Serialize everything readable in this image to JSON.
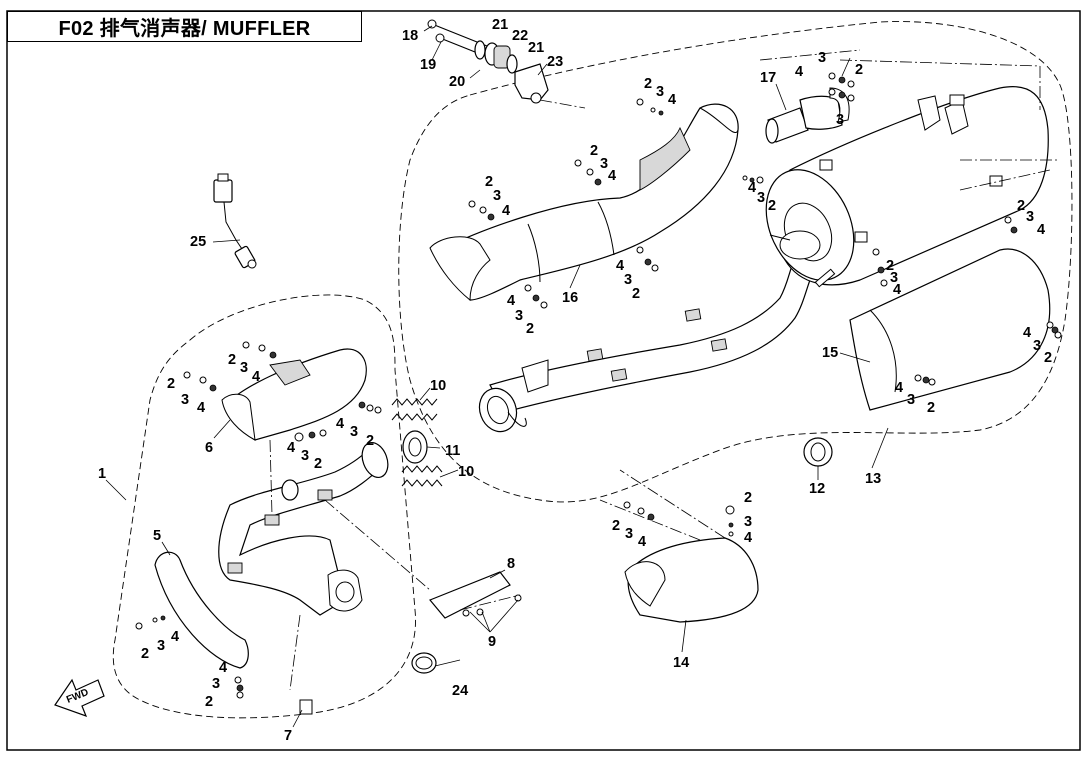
{
  "title": "F02 排气消声器/ MUFFLER",
  "fwd_label": "FWD",
  "callouts": {
    "c1": "1",
    "c2": "2",
    "c3": "3",
    "c4": "4",
    "c5": "5",
    "c6": "6",
    "c7": "7",
    "c8": "8",
    "c9": "9",
    "c10": "10",
    "c11": "11",
    "c12": "12",
    "c13": "13",
    "c14": "14",
    "c15": "15",
    "c16": "16",
    "c17": "17",
    "c18": "18",
    "c19": "19",
    "c20": "20",
    "c21": "21",
    "c22": "22",
    "c23": "23",
    "c24": "24",
    "c25": "25"
  }
}
